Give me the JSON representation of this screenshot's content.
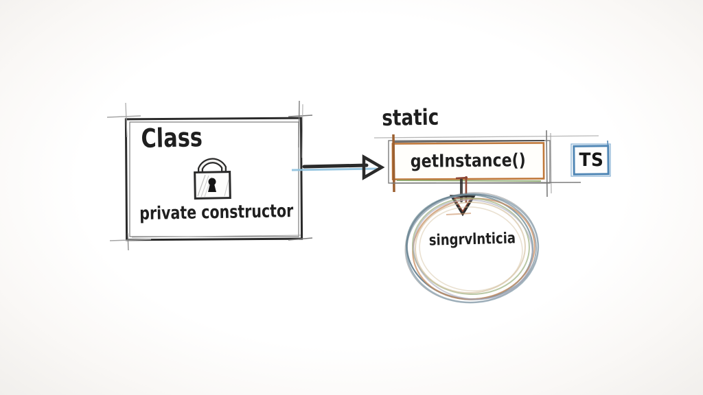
{
  "diagram": {
    "class_box": {
      "title": "Class",
      "subtitle": "private constructor"
    },
    "get_instance": {
      "annotation": "static",
      "method_label": "getInstance()"
    },
    "ts_badge": {
      "label": "TS"
    },
    "singleton_circle": {
      "label": "singrvlnticia"
    },
    "icons": {
      "lock": "lock-icon",
      "arrow_right": "arrow-right-icon",
      "arrow_down": "arrow-down-icon"
    },
    "colors": {
      "ink": "#2a2a2a",
      "sketch_gray": "#7a7a7a",
      "sketch_light": "#a5a5a5",
      "box_orange": "#c0783a",
      "box_orange_dark": "#9c6030",
      "badge_blue": "#4f86b5",
      "badge_blue_light": "#8cb3d6",
      "arrow_blue": "#8fc2de",
      "arrow_red": "#8e4634",
      "green_line": "#86a565",
      "ring_blue_gray": "#93a7b4",
      "ring_slate": "#6f8d99",
      "ring_orange": "#c98e62",
      "ring_green": "#9db07f",
      "ring_lavender": "#a9a8bc",
      "ring_tan": "#d6c3a4",
      "ring_navy": "#5d7585"
    }
  }
}
